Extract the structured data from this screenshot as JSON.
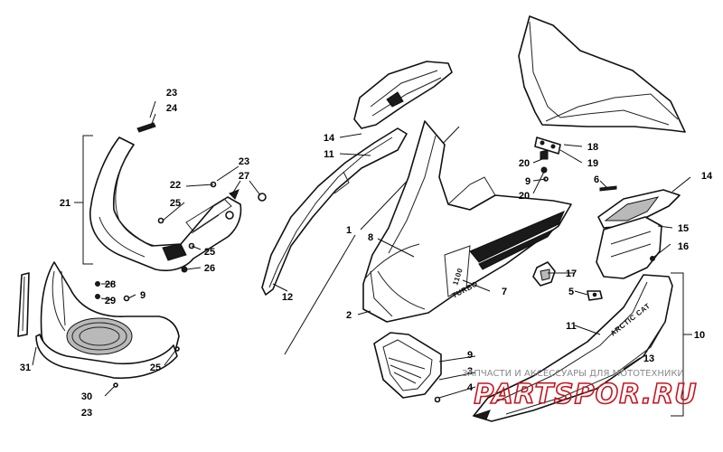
{
  "callouts": [
    {
      "id": "c1",
      "label": "23"
    },
    {
      "id": "c2",
      "label": "24"
    },
    {
      "id": "c3",
      "label": "21"
    },
    {
      "id": "c4",
      "label": "22"
    },
    {
      "id": "c5",
      "label": "25"
    },
    {
      "id": "c6",
      "label": "23"
    },
    {
      "id": "c7",
      "label": "27"
    },
    {
      "id": "c8",
      "label": "25"
    },
    {
      "id": "c9",
      "label": "26"
    },
    {
      "id": "c10",
      "label": "28"
    },
    {
      "id": "c11",
      "label": "29"
    },
    {
      "id": "c12",
      "label": "9"
    },
    {
      "id": "c13",
      "label": "31"
    },
    {
      "id": "c14",
      "label": "25"
    },
    {
      "id": "c15",
      "label": "30"
    },
    {
      "id": "c16",
      "label": "23"
    },
    {
      "id": "c17",
      "label": "14"
    },
    {
      "id": "c18",
      "label": "11"
    },
    {
      "id": "c19",
      "label": "12"
    },
    {
      "id": "c20",
      "label": "1"
    },
    {
      "id": "c21",
      "label": "8"
    },
    {
      "id": "c22",
      "label": "2"
    },
    {
      "id": "c23",
      "label": "7"
    },
    {
      "id": "c24",
      "label": "18"
    },
    {
      "id": "c25",
      "label": "20"
    },
    {
      "id": "c26",
      "label": "19"
    },
    {
      "id": "c27",
      "label": "9"
    },
    {
      "id": "c28",
      "label": "20"
    },
    {
      "id": "c29",
      "label": "6"
    },
    {
      "id": "c30",
      "label": "14"
    },
    {
      "id": "c31",
      "label": "15"
    },
    {
      "id": "c32",
      "label": "16"
    },
    {
      "id": "c33",
      "label": "17"
    },
    {
      "id": "c34",
      "label": "5"
    },
    {
      "id": "c35",
      "label": "11"
    },
    {
      "id": "c36",
      "label": "10"
    },
    {
      "id": "c37",
      "label": "13"
    },
    {
      "id": "c38",
      "label": "9"
    },
    {
      "id": "c39",
      "label": "3"
    },
    {
      "id": "c40",
      "label": "4"
    }
  ],
  "decals": {
    "hood_number": "1100",
    "hood_text": "TURBO",
    "side_panel_text": "ARCTIC CAT"
  },
  "watermark": {
    "tagline": "ЗАПЧАСТИ И АКСЕССУАРЫ ДЛЯ МОТОТЕХНИКИ",
    "brand": "PARTSPOR.RU"
  },
  "colors": {
    "line": "#111111",
    "watermark_red": "#c8141e",
    "watermark_grey": "#8a8a8a"
  }
}
